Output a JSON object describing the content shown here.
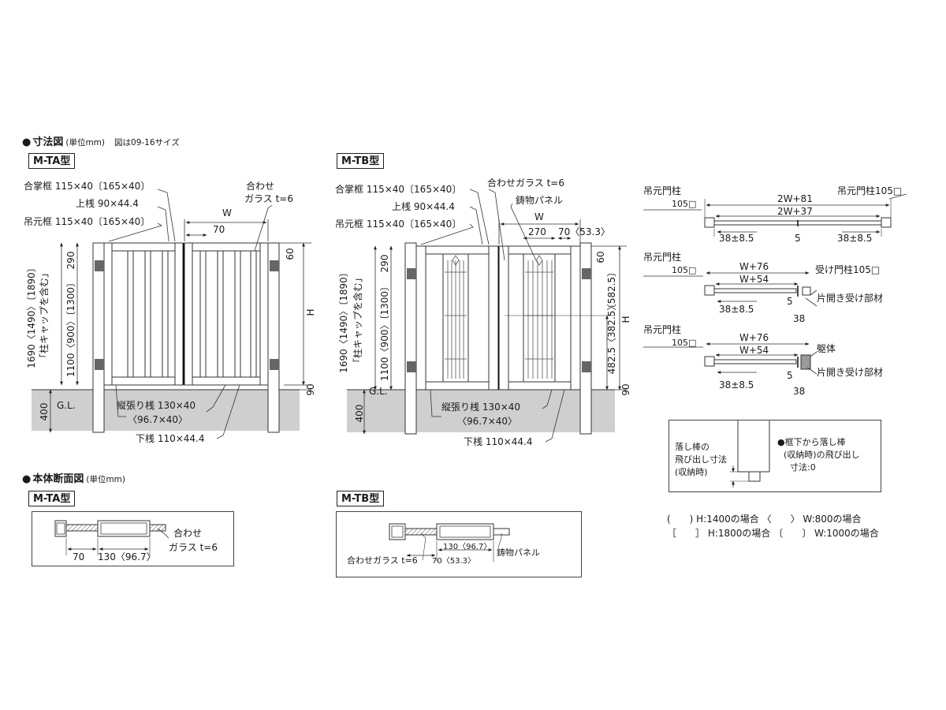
{
  "headers": {
    "dimension": {
      "title": "寸法図",
      "unit": "(単位mm)",
      "note": "図は09-16サイズ"
    },
    "section": {
      "title": "本体断面図",
      "unit": "(単位mm)"
    }
  },
  "tags": {
    "ta": "M-TA型",
    "tb": "M-TB型"
  },
  "ta": {
    "gassho": "合掌框 115×40〔165×40〕",
    "ue_san": "上桟 90×44.4",
    "tsurimoto": "吊元框 115×40〔165×40〕",
    "glass1": "合わせ",
    "glass2": "ガラス t=6",
    "w": "W",
    "d70": "70",
    "d290": "290",
    "d60": "60",
    "h": "H",
    "d90": "90",
    "d400": "400",
    "gl": "G.L.",
    "total_h": "1690〈1490〉〔1890〕",
    "cap": "「柱キャップを含む」",
    "mid_h": "1100〈900〉〔1300〕",
    "tate1": "縦張り桟 130×40",
    "tate2": "〈96.7×40〉",
    "shita": "下桟 110×44.4"
  },
  "tb": {
    "gassho": "合掌框 115×40〔165×40〕",
    "glass": "合わせガラス t=6",
    "ue_san": "上桟 90×44.4",
    "panel": "鋳物パネル",
    "tsurimoto": "吊元框 115×40〔165×40〕",
    "w": "W",
    "d270": "270",
    "d70": "70〈53.3〉",
    "d290": "290",
    "d60": "60",
    "h": "H",
    "d90": "90",
    "d400": "400",
    "gl": "G.L.",
    "total_h": "1690〈1490〉〔1890〕",
    "cap": "「柱キャップを含む」",
    "mid_h": "1100〈900〉〔1300〕",
    "r1": "482.5〈382.5〉",
    "r2": "〔582.5〕",
    "tate1": "縦張り桟 130×40",
    "tate2": "〈96.7×40〉",
    "shita": "下桟 110×44.4"
  },
  "plan1": {
    "l1": "吊元門柱",
    "l2": "105□",
    "r": "吊元門柱105□",
    "top": "2W+81",
    "mid": "2W+37",
    "bl": "38±8.5",
    "bc": "5",
    "br": "38±8.5"
  },
  "plan2": {
    "l1": "吊元門柱",
    "l2": "105□",
    "top": "W+76",
    "mid": "W+54",
    "r1": "受け門柱105□",
    "r2": "片開き受け部材",
    "bl": "38±8.5",
    "b5": "5",
    "b38": "38"
  },
  "plan3": {
    "l1": "吊元門柱",
    "l2": "105□",
    "top": "W+76",
    "mid": "W+54",
    "r1": "躯体",
    "r2": "片開き受け部材",
    "bl": "38±8.5",
    "b5": "5",
    "b38": "38"
  },
  "dropbar": {
    "left1": "落し棒の",
    "left2": "飛び出し寸法",
    "left3": "(収納時)",
    "right1": "●框下から落し棒",
    "right2": "(収納時)の飛び出し",
    "right3": "寸法:0"
  },
  "legend": {
    "row1": "(　　) H:1400の場合 〈　　〉 W:800の場合",
    "row2": "［　　］ H:1800の場合 〔　　〕 W:1000の場合"
  },
  "sec_ta": {
    "glass1": "合わせ",
    "glass2": "ガラス t=6",
    "d70": "70",
    "d130": "130〈96.7〉"
  },
  "sec_tb": {
    "d130": "130〈96.7〉",
    "glass": "合わせガラス t=6",
    "d70": "70〈53.3〉",
    "panel": "鋳物パネル"
  }
}
